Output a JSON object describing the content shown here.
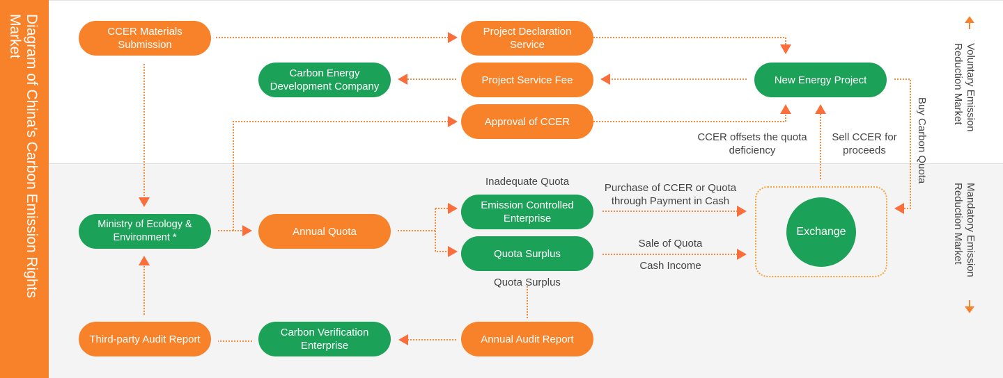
{
  "title": "Diagram of China's Carbon Emission Rights Market",
  "colors": {
    "orange": "#f7822a",
    "green": "#1ba158",
    "connector": "#f96e3a"
  },
  "nodes": {
    "ccer_materials": "CCER Materials Submission",
    "project_declaration": "Project Declaration Service",
    "carbon_energy_company": "Carbon Energy Development Company",
    "project_service_fee": "Project Service Fee",
    "approval_ccer": "Approval of CCER",
    "new_energy_project": "New Energy Project",
    "ministry": "Ministry of Ecology & Environment *",
    "annual_quota": "Annual Quota",
    "emission_enterprise": "Emission Controlled Enterprise",
    "quota_surplus": "Quota Surplus",
    "exchange": "Exchange",
    "third_party_audit": "Third-party Audit Report",
    "carbon_verification": "Carbon Verification Enterprise",
    "annual_audit": "Annual Audit Report"
  },
  "labels": {
    "ccer_offsets": "CCER offsets the quota deficiency",
    "sell_ccer": "Sell CCER for proceeds",
    "buy_quota": "Buy Carbon Quota",
    "inadequate": "Inadequate Quota",
    "purchase": "Purchase of CCER or Quota through Payment in Cash",
    "sale": "Sale of Quota",
    "cash": "Cash Income",
    "surplus": "Quota Surplus"
  },
  "markets": {
    "voluntary": "Voluntary Emission Reduction Market",
    "mandatory": "Mandatory Emission Reduction Market"
  },
  "icons": {
    "up": "arrow-up-icon",
    "down": "arrow-down-icon"
  }
}
